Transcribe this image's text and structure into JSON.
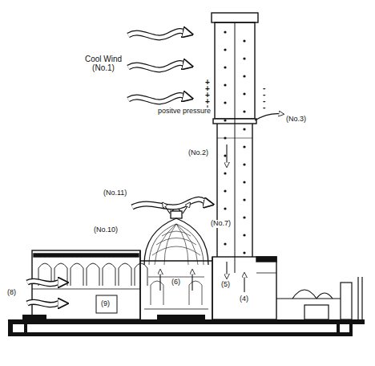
{
  "diagram": {
    "labels": [
      "Cool Wind (No.1)",
      "+",
      "+",
      "+",
      "+",
      "+",
      "positve pressure",
      "-",
      "-",
      "-",
      "-",
      "(No.3)",
      "(No.2)",
      "(No.11)",
      "(No.10)",
      "(No.7)",
      "(8)",
      "(6)",
      "(5)",
      "(4)",
      "(9)"
    ]
  }
}
